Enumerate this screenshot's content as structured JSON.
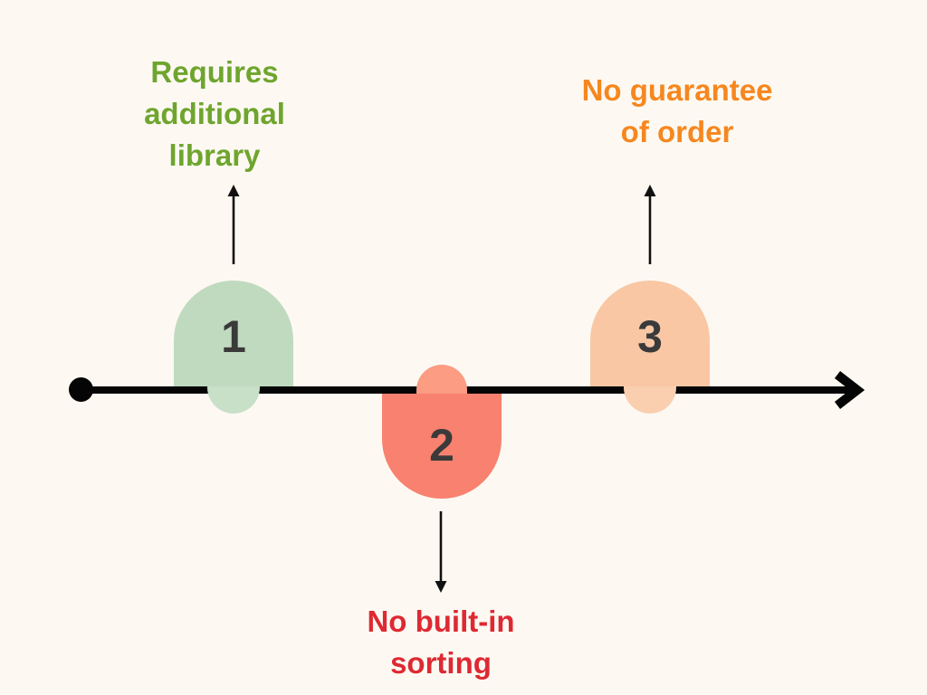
{
  "diagram": {
    "type": "timeline",
    "direction": "left-to-right",
    "background_color": "#FDF9F2",
    "line_color": "#050505"
  },
  "markers": [
    {
      "number": "1",
      "side": "above-line",
      "fill": "#C0DAC0",
      "tab_fill": "#C8DFC8",
      "annotation": {
        "text": "Requires additional library",
        "lines": [
          "Requires",
          "additional",
          "library"
        ],
        "color": "#6FA52E",
        "arrow_direction": "up"
      }
    },
    {
      "number": "2",
      "side": "below-line",
      "fill": "#F9816F",
      "tab_fill": "#FB9C83",
      "annotation": {
        "text": "No built-in sorting",
        "lines": [
          "No built-in",
          "sorting"
        ],
        "color": "#DE2933",
        "arrow_direction": "down"
      }
    },
    {
      "number": "3",
      "side": "above-line",
      "fill": "#F9C7A4",
      "tab_fill": "#FACFAF",
      "annotation": {
        "text": "No guarantee of order",
        "lines": [
          "No guarantee",
          "of order"
        ],
        "color": "#F6871F",
        "arrow_direction": "up"
      }
    }
  ],
  "colors": {
    "number_text": "#3A3A3A"
  }
}
